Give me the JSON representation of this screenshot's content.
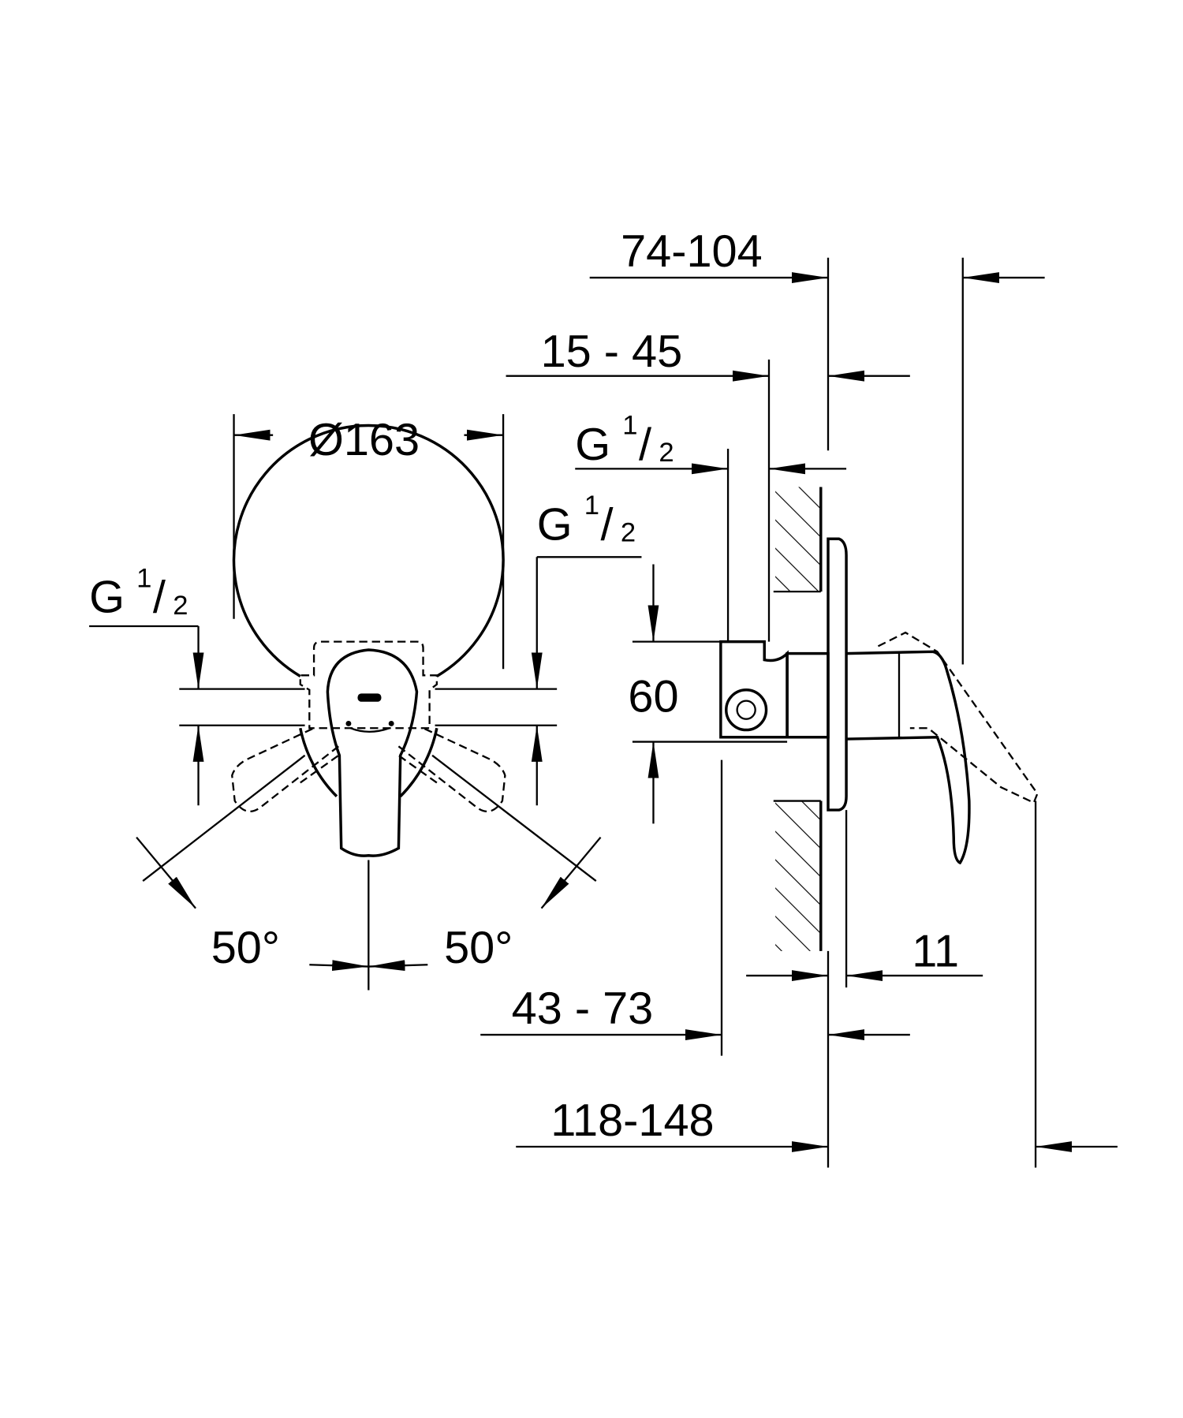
{
  "dimensions": {
    "diameter": "Ø163",
    "range_74_104": "74-104",
    "range_15_45": "15 - 45",
    "range_43_73": "43 - 73",
    "range_118_148": "118-148",
    "spacing_60": "60",
    "plate_11": "11",
    "angle_left": "50°",
    "angle_right": "50°"
  },
  "thread": {
    "letter": "G",
    "num": "1",
    "slash": "/",
    "den": "2"
  },
  "colors": {
    "line": "#000000",
    "background": "#ffffff"
  }
}
